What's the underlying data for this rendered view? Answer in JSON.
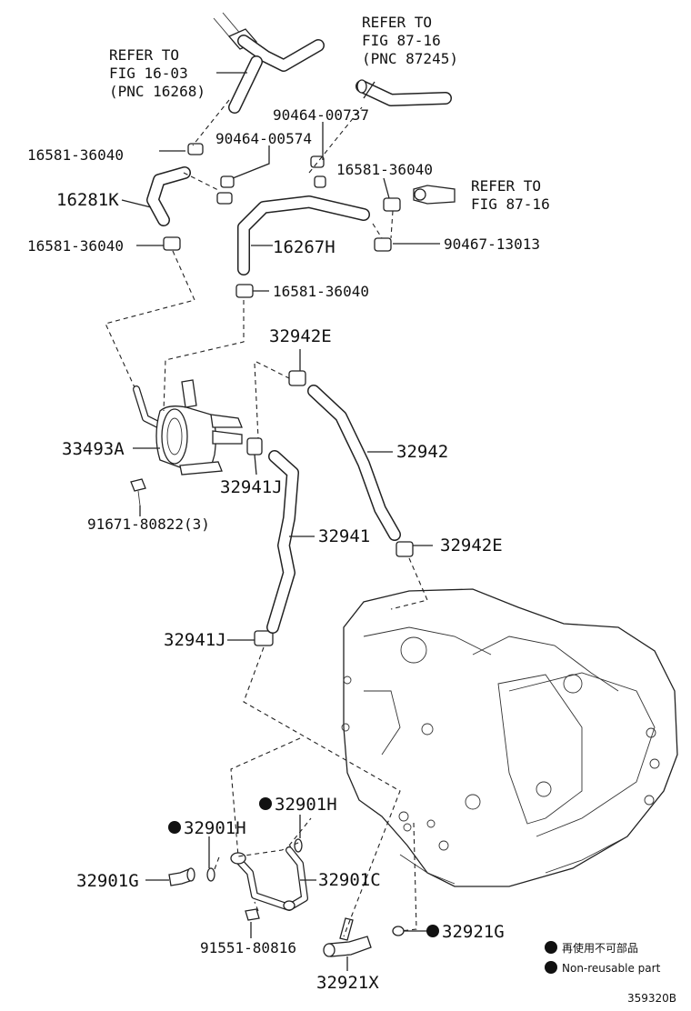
{
  "labels": {
    "refer_fig_16_03": [
      "REFER TO",
      "FIG 16-03",
      "(PNC 16268)"
    ],
    "refer_fig_87_16_top": [
      "REFER TO",
      "FIG 87-16",
      "(PNC 87245)"
    ],
    "refer_fig_87_16_right": [
      "REFER TO",
      "FIG 87-16"
    ],
    "p90464_00737": "90464-00737",
    "p90464_00574": "90464-00574",
    "p16581_36040_a": "16581-36040",
    "p16581_36040_b": "16581-36040",
    "p16281K": "16281K",
    "p16581_36040_c": "16581-36040",
    "p16267H": "16267H",
    "p90467_13013": "90467-13013",
    "p16581_36040_d": "16581-36040",
    "p32942E_top": "32942E",
    "p33493A": "33493A",
    "p32942": "32942",
    "p32941J_top": "32941J",
    "p91671_80822": "91671-80822(3)",
    "p32941": "32941",
    "p32942E_bottom": "32942E",
    "p32941J_bottom": "32941J",
    "p32901H_right": "32901H",
    "p32901H_left": "32901H",
    "p32901G": "32901G",
    "p32901C": "32901C",
    "p91551_80816": "91551-80816",
    "p32921G": "32921G",
    "p32921X": "32921X"
  },
  "legend": {
    "jp": "再使用不可部品",
    "en": "Non-reusable part"
  },
  "figure_code": "359320B"
}
